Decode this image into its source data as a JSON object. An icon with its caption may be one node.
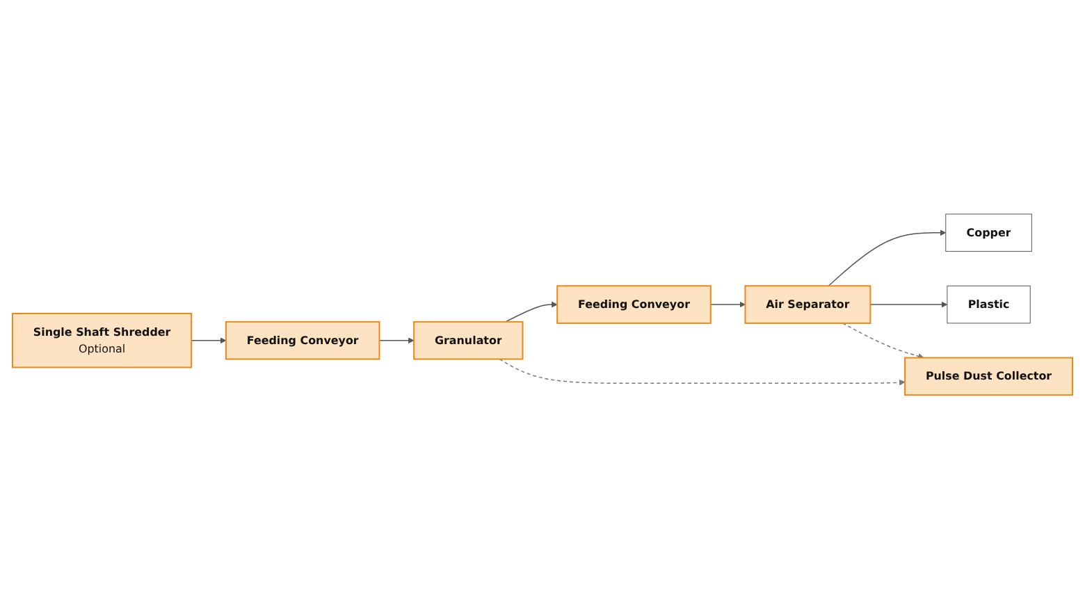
{
  "diagram": {
    "nodes": [
      {
        "text": [
          "Single Shaft Shredder",
          "Optional"
        ]
      },
      {
        "text": [
          "Feeding Conveyor"
        ]
      },
      {
        "text": [
          "Granulator"
        ]
      },
      {
        "text": [
          "Feeding Conveyor"
        ]
      },
      {
        "text": [
          "Pulse Dust Collector"
        ]
      },
      {
        "text": [
          "Copper"
        ]
      },
      {
        "text": [
          "Plastic"
        ]
      },
      {
        "text": [
          "Air Separator"
        ]
      }
    ],
    "edges": [
      {
        "from": 0,
        "to": 1,
        "arrow": "to"
      },
      {
        "from": 1,
        "to": 2,
        "arrow": "to"
      },
      {
        "from": 2,
        "to": 3,
        "arrow": "to"
      },
      {
        "from": 3,
        "to": 7,
        "arrow": "to"
      },
      {
        "from": 7,
        "to": 5,
        "arrow": "to"
      },
      {
        "from": 7,
        "to": 6,
        "arrow": "to"
      },
      {
        "from": 2,
        "to": 4,
        "arrow": "to",
        "style": "dashed"
      },
      {
        "from": 7,
        "to": 4,
        "arrow": "to",
        "style": "dashed"
      }
    ]
  }
}
